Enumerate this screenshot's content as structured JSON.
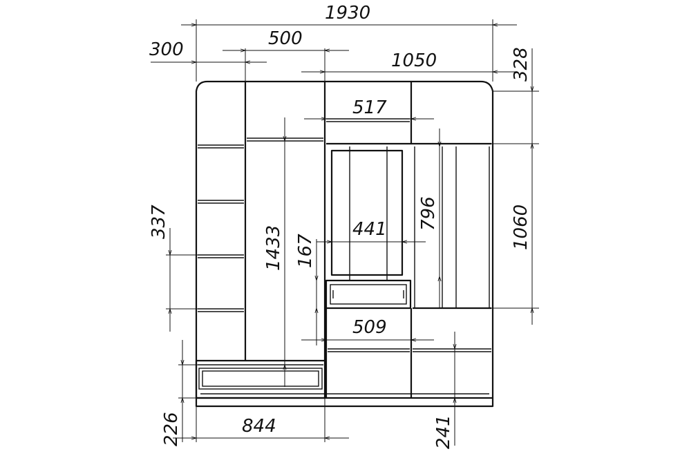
{
  "drawing": {
    "dimensions": {
      "overall_width": "1930",
      "left_shelf_width": "300",
      "wardrobe_width": "500",
      "right_section_width": "1050",
      "top_right_height": "328",
      "top_niche_width": "517",
      "right_panel_height": "1060",
      "mirror_height": "796",
      "mirror_width": "441",
      "shelf_pitch": "337",
      "wardrobe_door_height": "1433",
      "drawer_height": "167",
      "lower_cabinet_width": "509",
      "bench_width": "844",
      "bench_height": "226",
      "lower_right_height": "241"
    }
  }
}
